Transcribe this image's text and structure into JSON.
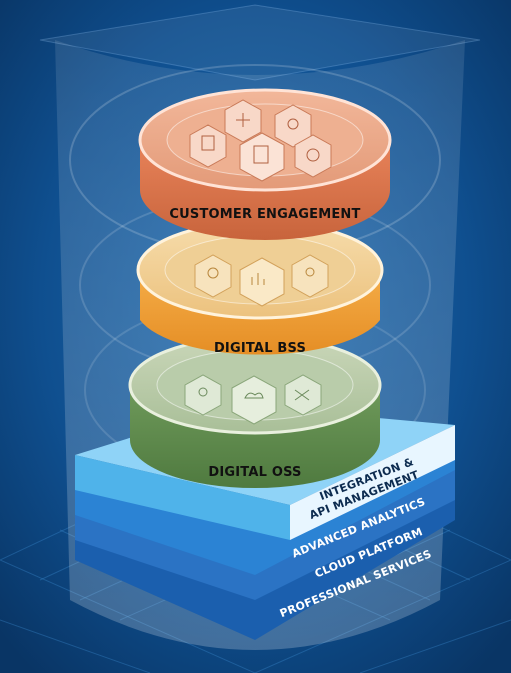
{
  "layers": {
    "customer_engagement": "CUSTOMER ENGAGEMENT",
    "digital_bss": "DIGITAL BSS",
    "digital_oss": "DIGITAL OSS"
  },
  "base": {
    "integration_line1": "INTEGRATION &",
    "integration_line2": "API MANAGEMENT",
    "advanced_analytics": "ADVANCED ANALYTICS",
    "cloud_platform": "CLOUD PLATFORM",
    "professional_services": "PROFESSIONAL SERVICES"
  },
  "colors": {
    "background": "#0b3a6b",
    "customer_engagement": "#e07a4f",
    "digital_bss": "#f0a13a",
    "digital_oss": "#5f8a4d",
    "base_light": "#4fb3ea",
    "base_mid": "#2b83d4",
    "base_dark": "#1b5fae"
  },
  "icons": {
    "customer_engagement": [
      "building-icon",
      "arrows-icon",
      "location-icon",
      "document-icon",
      "money-icon"
    ],
    "digital_bss": [
      "gear-icon",
      "chart-icon",
      "people-icon"
    ],
    "digital_oss": [
      "network-icon",
      "cloud-icon",
      "tools-icon"
    ]
  }
}
